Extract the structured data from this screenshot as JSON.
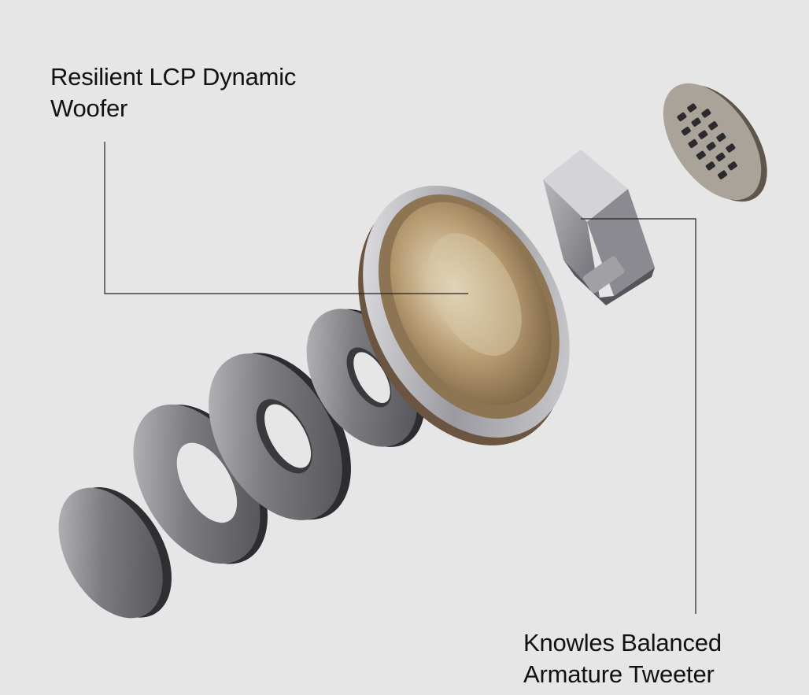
{
  "callouts": {
    "woofer": {
      "line1": "Resilient LCP Dynamic",
      "line2": "Woofer"
    },
    "tweeter": {
      "line1": "Knowles Balanced",
      "line2": "Armature Tweeter"
    }
  },
  "colors": {
    "background": "#e6e6e6",
    "text": "#111111",
    "leader_line": "#222222",
    "metal": "#8e8e90",
    "bronze": "#a8916c"
  }
}
